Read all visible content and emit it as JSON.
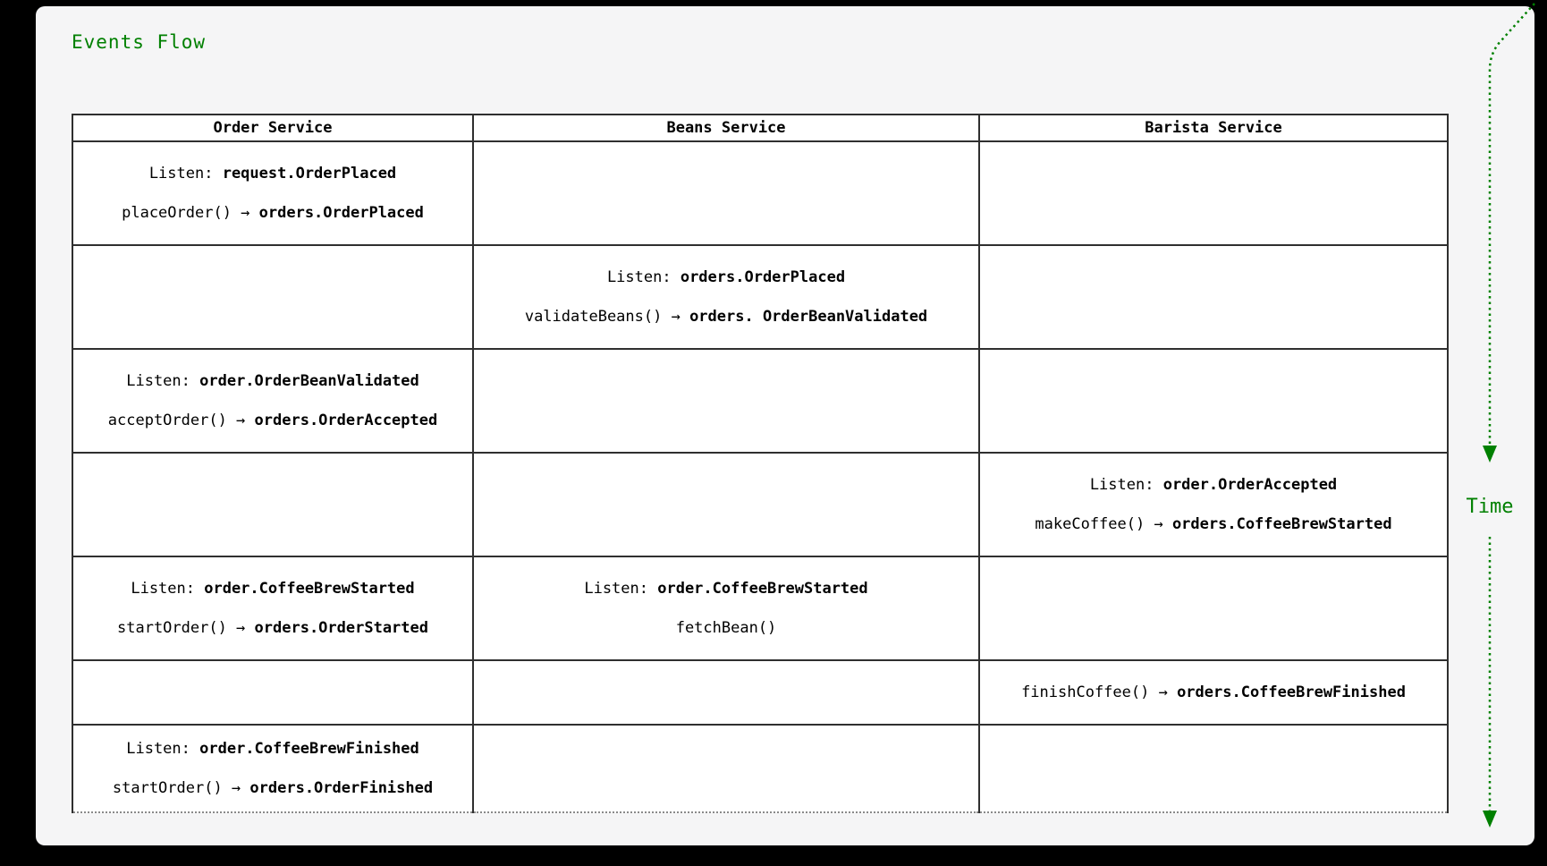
{
  "page": {
    "title": "Events Flow",
    "time_label": "Time",
    "colors": {
      "accent_green": "#008000",
      "table_border": "#2f2f2f",
      "card_bg": "#f5f5f6",
      "outer_bg": "#000000",
      "clipped_edge_dotted": "#8a8a8a",
      "cell_bg": "#ffffff"
    }
  },
  "table": {
    "columns": [
      "Order Service",
      "Beans Service",
      "Barista Service"
    ],
    "rows": [
      {
        "size": "tall",
        "cells": [
          [
            {
              "text": "Listen: ",
              "event": "request.OrderPlaced"
            },
            {
              "text": "placeOrder() → ",
              "event": "orders.OrderPlaced"
            }
          ],
          [],
          []
        ]
      },
      {
        "size": "tall",
        "cells": [
          [],
          [
            {
              "text": "Listen: ",
              "event": "orders.OrderPlaced"
            },
            {
              "text": "validateBeans() → ",
              "event": "orders. OrderBeanValidated"
            }
          ],
          []
        ]
      },
      {
        "size": "tall",
        "cells": [
          [
            {
              "text": "Listen: ",
              "event": "order.OrderBeanValidated"
            },
            {
              "text": "acceptOrder() → ",
              "event": "orders.OrderAccepted"
            }
          ],
          [],
          []
        ]
      },
      {
        "size": "tall",
        "cells": [
          [],
          [],
          [
            {
              "text": "Listen: ",
              "event": "order.OrderAccepted"
            },
            {
              "text": "makeCoffee() → ",
              "event": "orders.CoffeeBrewStarted"
            }
          ]
        ]
      },
      {
        "size": "tall",
        "cells": [
          [
            {
              "text": "Listen: ",
              "event": "order.CoffeeBrewStarted"
            },
            {
              "text": "startOrder() → ",
              "event": "orders.OrderStarted"
            }
          ],
          [
            {
              "text": "Listen: ",
              "event": "order.CoffeeBrewStarted"
            },
            {
              "text": "fetchBean()",
              "event": ""
            }
          ],
          []
        ]
      },
      {
        "size": "short",
        "cells": [
          [],
          [],
          [
            {
              "text": "finishCoffee() → ",
              "event": "orders.CoffeeBrewFinished"
            }
          ]
        ]
      },
      {
        "size": "clipped",
        "cells": [
          [
            {
              "text": "Listen: ",
              "event": "order.CoffeeBrewFinished"
            },
            {
              "text": "startOrder() → ",
              "event": "orders.OrderFinished"
            }
          ],
          [],
          []
        ]
      }
    ]
  }
}
